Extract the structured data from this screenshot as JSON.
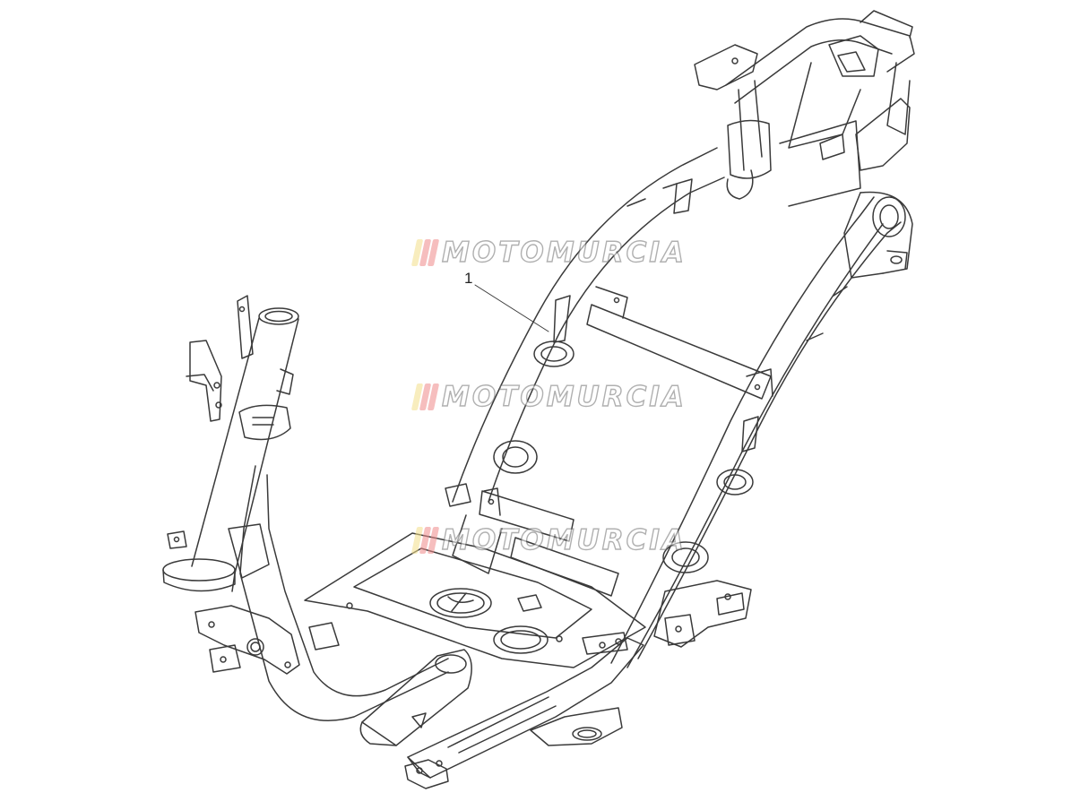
{
  "diagram": {
    "callout_label": "1",
    "line_color": "#3a3a3a",
    "background": "#ffffff"
  },
  "watermark": {
    "text": "MOTOMURCIA",
    "stripe_colors": [
      "#f4e08a",
      "#f08a8a",
      "#f08a8a"
    ],
    "outline_color": "#707070",
    "count": 3
  }
}
